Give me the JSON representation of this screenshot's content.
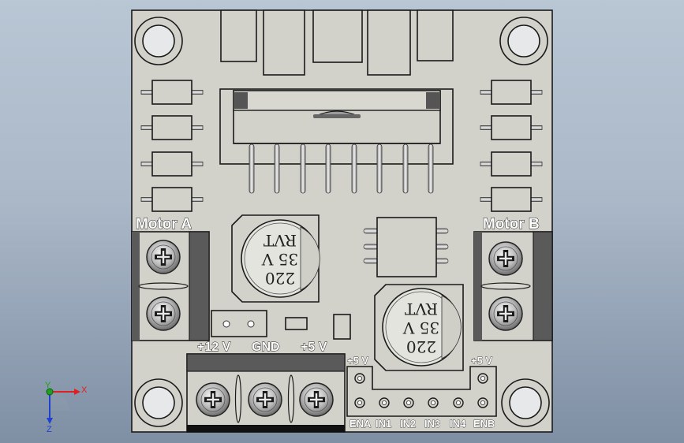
{
  "board": {
    "labels": {
      "motor_a": "Motor A",
      "motor_b": "Motor B",
      "v12": "+12 V",
      "gnd": "GND",
      "v5_power": "+5 V",
      "v5_left": "+5 V",
      "v5_right": "+5 V",
      "ena": "ENA",
      "in1": "IN1",
      "in2": "IN2",
      "in3": "IN3",
      "in4": "IN4",
      "enb": "ENB"
    },
    "capacitor_1": {
      "value": "220",
      "voltage": "35 V",
      "brand": "RVT"
    },
    "capacitor_2": {
      "value": "220",
      "voltage": "35 V",
      "brand": "RVT"
    }
  },
  "triad": {
    "x": "X",
    "y": "Y",
    "z": "Z"
  },
  "colors": {
    "board": "#d2d2ca",
    "outline": "#1a1a1a",
    "terminal_block": "#5a5a5a",
    "axis_x": "#e02020",
    "axis_y": "#20a020",
    "axis_z": "#2040d0"
  }
}
